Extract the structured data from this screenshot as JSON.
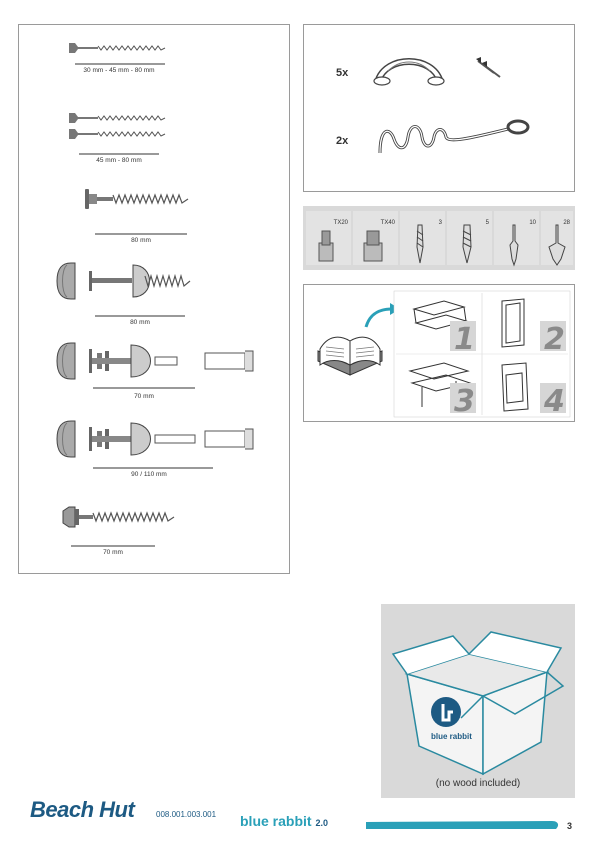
{
  "screws": {
    "s1": "30 mm - 45 mm - 80 mm",
    "s2": "45 mm - 80 mm",
    "s3": "80 mm",
    "s4": "80 mm",
    "s5": "70 mm",
    "s6": "90 / 110 mm",
    "s7": "70 mm"
  },
  "hardware": {
    "handles_qty": "5x",
    "hooks_qty": "2x"
  },
  "tools": [
    {
      "label": "TX20",
      "icon": "tx20-bit-icon"
    },
    {
      "label": "TX40",
      "icon": "tx40-bit-icon"
    },
    {
      "label": "3",
      "icon": "drill-bit-3-icon"
    },
    {
      "label": "5",
      "icon": "drill-bit-5-icon"
    },
    {
      "label": "10",
      "icon": "drill-bit-10-icon"
    },
    {
      "label": "28",
      "icon": "spade-bit-28-icon"
    }
  ],
  "manual": {
    "steps": [
      "1",
      "2",
      "3",
      "4"
    ]
  },
  "box": {
    "brand": "blue rabbit",
    "caption": "(no wood included)"
  },
  "footer": {
    "title": "Beach Hut",
    "code": "008.001.003.001",
    "brand": "blue rabbit",
    "brand_version": "2.0",
    "page": "3"
  },
  "colors": {
    "brand_dark": "#1d5a83",
    "brand_teal": "#2aa0b8"
  }
}
